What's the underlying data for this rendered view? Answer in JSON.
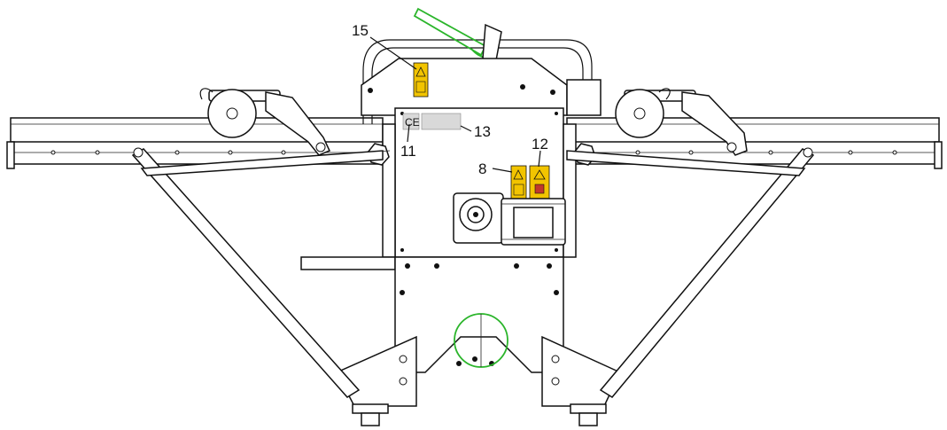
{
  "labels": {
    "l15": "15",
    "l13": "13",
    "l11": "11",
    "l12": "12",
    "l8": "8"
  },
  "ce_mark": "CE",
  "colors": {
    "line": "#111111",
    "highlight": "#2bb52b",
    "warning": "#f2c400",
    "plate": "#d9d9d9"
  }
}
